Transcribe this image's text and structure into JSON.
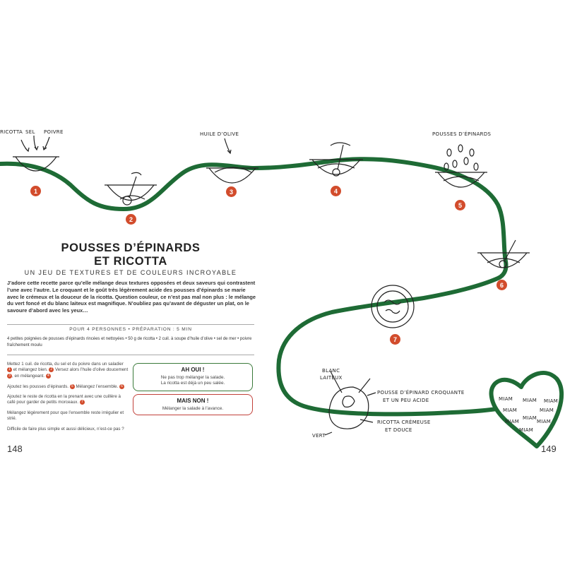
{
  "page": {
    "title_line1": "POUSSES D’ÉPINARDS",
    "title_line2": "ET RICOTTA",
    "subtitle": "UN JEU DE TEXTURES ET DE COULEURS INCROYABLE",
    "intro": "J’adore cette recette parce qu’elle mélange deux textures opposées et deux saveurs qui contrastent l’une avec l’autre. Le croquant et le goût très légèrement acide des pousses d’épinards se marie avec le crémeux et la douceur de la ricotta. Question couleur, ce n’est pas mal non plus : le mélange du vert foncé et du blanc laiteux est magnifique. N’oubliez pas qu’avant de déguster un plat, on le savoure d’abord avec les yeux…",
    "meta": "POUR 4 PERSONNES • PRÉPARATION : 5 MIN",
    "ingredients": "4 petites poignées de pousses d’épinards rincées et nettoyées • 50 g de ricotta • 2 cuil. à soupe d’huile d’olive • sel de mer • poivre fraîchement moulu",
    "steps": [
      {
        "a": "Mettez 1 cuil. de ricotta, du sel et du poivre dans un saladier ",
        "n1": "1",
        "b": " et mélangez bien. ",
        "n2": "2",
        "c": " Versez alors l’huile d’olive doucement ",
        "n3": "3",
        "d": ", en mélangeant. ",
        "n4": "4"
      },
      {
        "a": "Ajoutez les pousses d’épinards. ",
        "n1": "5",
        "b": " Mélangez l’ensemble. ",
        "n2": "6"
      },
      {
        "a": "Ajoutez le reste de ricotta en la prenant avec une cuillère à café pour garder de petits morceaux. ",
        "n1": "7"
      },
      {
        "a": "Mélangez légèrement pour que l’ensemble reste irrégulier et strié."
      },
      {
        "a": "Difficile de faire plus simple et aussi délicieux, n’est-ce pas ?"
      }
    ],
    "box_yes": {
      "head": "AH OUI !",
      "line1": "Ne pas trop mélanger la salade.",
      "line2": "La ricotta est déjà un peu salée."
    },
    "box_no": {
      "head": "MAIS NON !",
      "line1": "Mélanger la salade à l’avance."
    },
    "page_left": "148",
    "page_right": "149"
  },
  "illustration": {
    "labels": {
      "ricotta": "RICOTTA",
      "sel": "SEL",
      "poivre": "POIVRE",
      "huile": "HUILE D’OLIVE",
      "pousses": "POUSSES D’ÉPINARDS",
      "blanc": "BLANC",
      "laiteux": "LAITEUX",
      "pousse_crou_1": "POUSSE D’ÉPINARD CROQUANTE",
      "pousse_crou_2": "ET UN PEU ACIDE",
      "ricotta_crem_1": "RICOTTA CRÉMEUSE",
      "ricotta_crem_2": "ET DOUCE",
      "vert": "VERT"
    },
    "steps": [
      "1",
      "2",
      "3",
      "4",
      "5",
      "6",
      "7"
    ],
    "miam": [
      "MIAM",
      "MIAM",
      "MIAM",
      "MIAM",
      "MIAM",
      "MIAM",
      "MIAM",
      "MIAM",
      "MIAM"
    ],
    "colors": {
      "path": "#1e6b35",
      "badge": "#d24c2c"
    }
  }
}
